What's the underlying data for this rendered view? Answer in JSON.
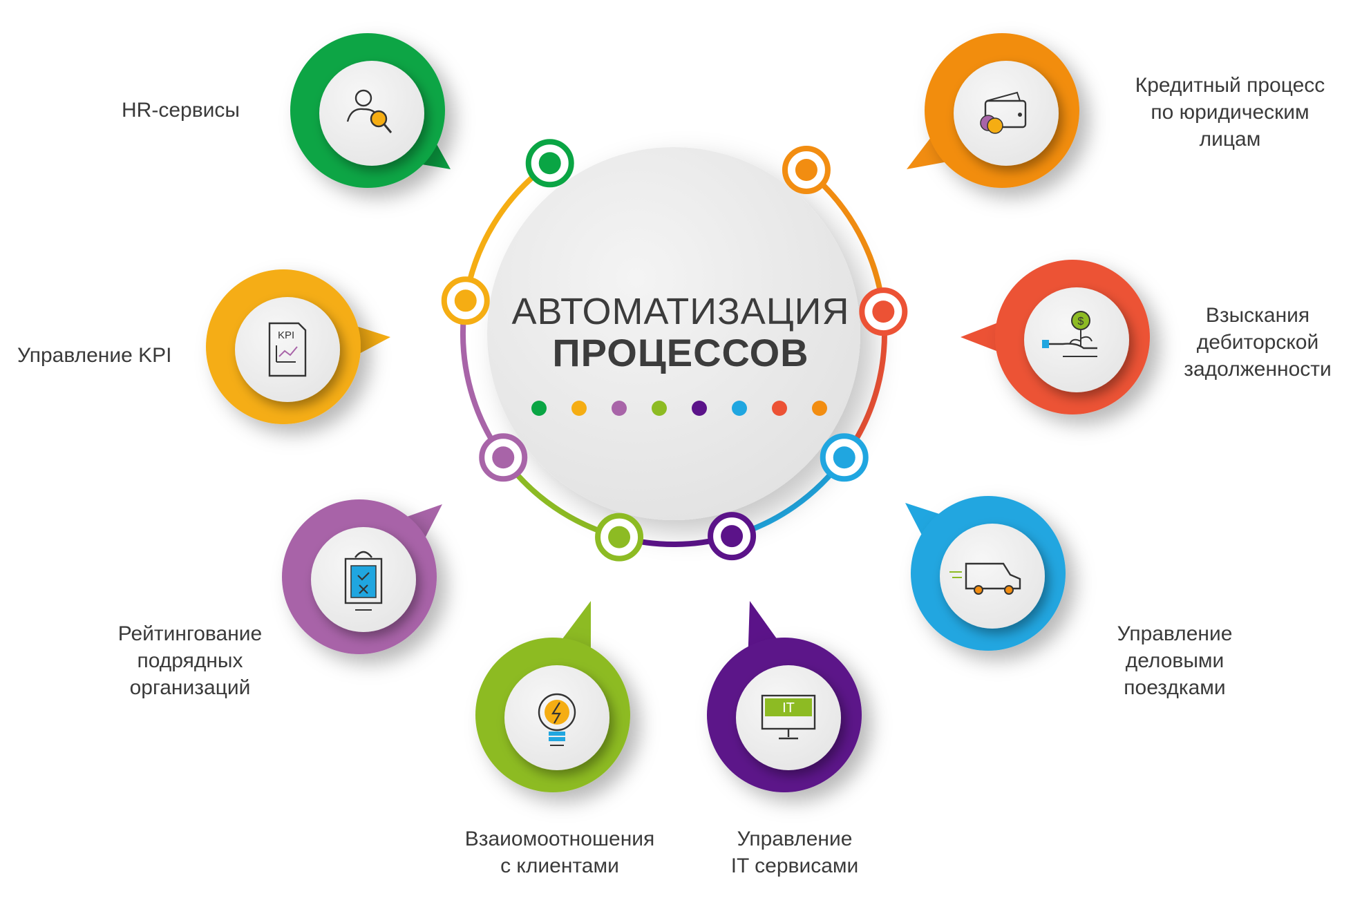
{
  "center": {
    "title_line1": "АВТОМАТИЗАЦИЯ",
    "title_line2": "ПРОЦЕССОВ",
    "dot_colors": [
      "#0aa544",
      "#f5ad13",
      "#a864a8",
      "#8dbb23",
      "#5b1389",
      "#20a6e0",
      "#ec5235",
      "#f28d11"
    ]
  },
  "items": [
    {
      "id": "hr",
      "color": "#0aa544",
      "label_lines": [
        "HR-сервисы"
      ],
      "icon": "person-search-icon"
    },
    {
      "id": "kpi",
      "color": "#f5ad13",
      "label_lines": [
        "Управление KPI"
      ],
      "icon": "kpi-document-icon"
    },
    {
      "id": "contractors",
      "color": "#a864a8",
      "label_lines": [
        "Рейтингование",
        "подрядных",
        "организаций"
      ],
      "icon": "clipboard-checklist-icon"
    },
    {
      "id": "clients",
      "color": "#8dbb23",
      "label_lines": [
        "Взаиомоотношения",
        "с клиентами"
      ],
      "icon": "lightbulb-icon"
    },
    {
      "id": "it",
      "color": "#5b1389",
      "label_lines": [
        "Управление",
        "IT сервисами"
      ],
      "icon": "it-monitor-icon",
      "icon_text": "IT"
    },
    {
      "id": "trips",
      "color": "#20a6e0",
      "label_lines": [
        "Управление",
        "деловыми",
        "поездками"
      ],
      "icon": "delivery-van-icon"
    },
    {
      "id": "debt",
      "color": "#ec5235",
      "label_lines": [
        "Взыскания",
        "дебиторской",
        "задолженности"
      ],
      "icon": "hand-money-plant-icon"
    },
    {
      "id": "credit",
      "color": "#f28d11",
      "label_lines": [
        "Кредитный процесс",
        "по юридическим",
        "лицам"
      ],
      "icon": "wallet-coin-icon"
    }
  ],
  "kpi_icon_text": "KPI"
}
